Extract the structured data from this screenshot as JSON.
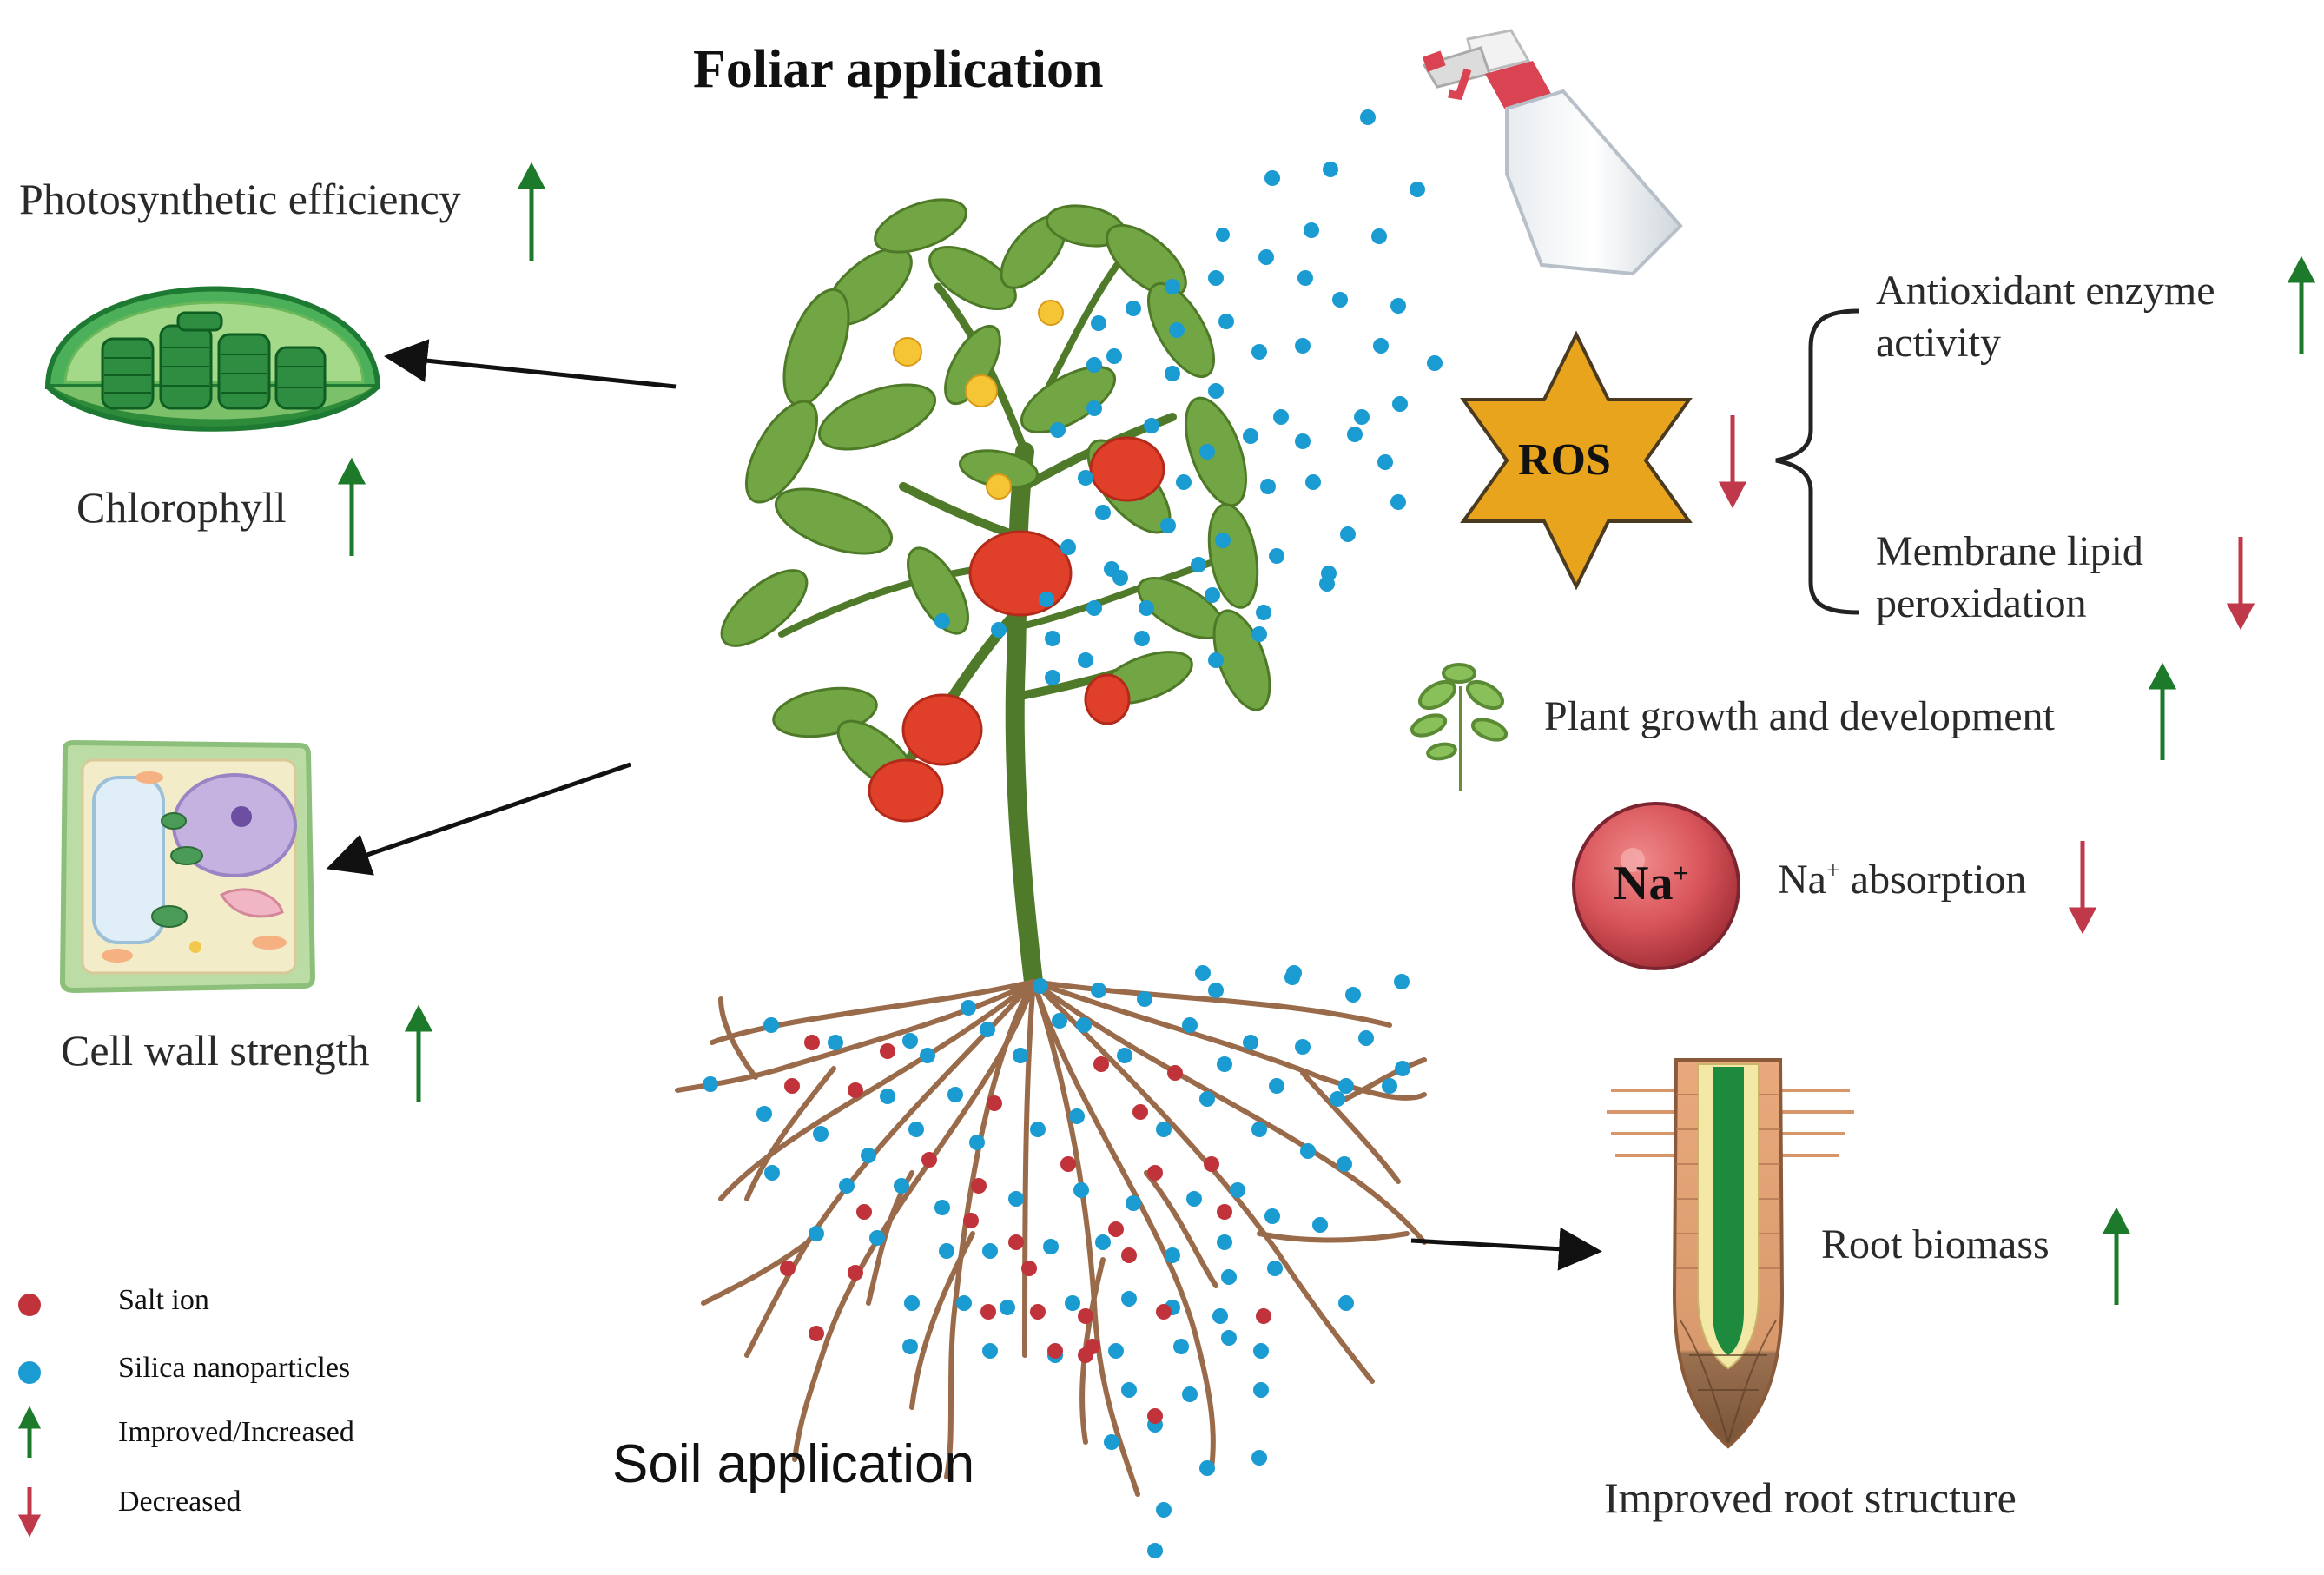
{
  "titles": {
    "foliar": "Foliar application",
    "soil": "Soil application"
  },
  "effects": {
    "photosynthetic": "Photosynthetic efficiency",
    "chlorophyll": "Chlorophyll",
    "cell_wall": "Cell wall strength",
    "ros": "ROS",
    "antioxidant_line1": "Antioxidant enzyme",
    "antioxidant_line2": "activity",
    "membrane_line1": "Membrane lipid",
    "membrane_line2": "peroxidation",
    "growth": "Plant growth and development",
    "na_symbol": "Na",
    "na_charge": "+",
    "na_absorption_symbol": "Na",
    "na_absorption_charge": "+",
    "na_absorption_rest": " absorption",
    "root_biomass": "Root biomass",
    "root_structure": "Improved root structure"
  },
  "legend": {
    "salt_ion": "Salt ion",
    "silica": "Silica nanoparticles",
    "improved": "Improved/Increased",
    "decreased": "Decreased"
  },
  "colors": {
    "increase_arrow": "#1e7a2b",
    "decrease_arrow": "#c0394b",
    "silica_particle": "#1a9bd1",
    "salt_particle": "#c0333a",
    "ros_star": "#e8a41c",
    "leaf": "#6c9e3c",
    "tomato": "#e0402a",
    "root": "#9a6b4a"
  },
  "icons": {
    "spray": "spray-bottle-icon",
    "chloroplast": "chloroplast-icon",
    "cell": "plant-cell-icon",
    "seedling": "seedling-icon",
    "root_tip": "root-tip-icon"
  }
}
